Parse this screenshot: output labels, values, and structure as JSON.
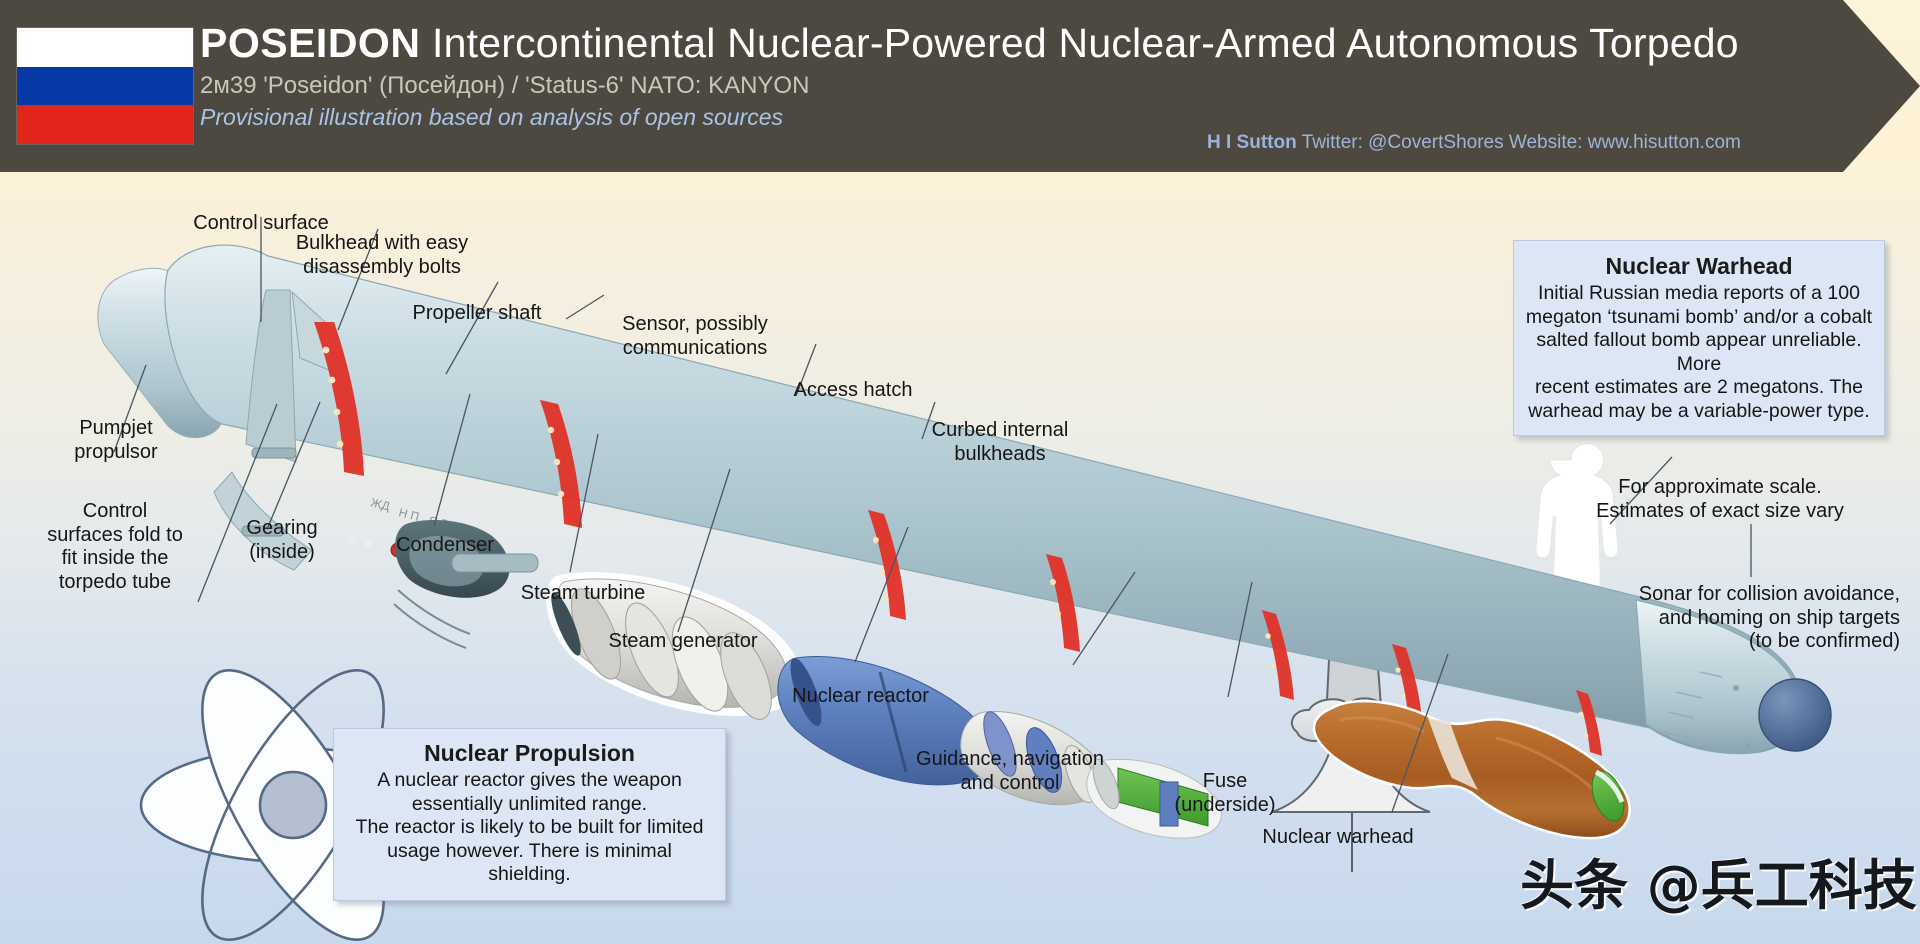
{
  "header": {
    "flag": {
      "name": "russian-flag",
      "bands": [
        "#ffffff",
        "#0739a6",
        "#e1251b"
      ]
    },
    "title_main": "POSEIDON",
    "title_rest": " Intercontinental Nuclear-Powered Nuclear-Armed Autonomous Torpedo",
    "subtitle": "2м39 'Poseidon' (Посейдон) / 'Status-6' NATO: KANYON",
    "tagline": "Provisional illustration based on analysis of open sources",
    "attribution_author": "H I Sutton",
    "attribution_rest": " Twitter: @CovertShores Website: www.hisutton.com",
    "colors": {
      "bar": "#4d4940",
      "title": "#ffffff",
      "subtitle": "#c9c6bb",
      "tagline": "#a8c4e6",
      "attribution": "#9fb4d4"
    }
  },
  "callouts": [
    {
      "id": "nuclear-warhead",
      "title": "Nuclear Warhead",
      "body": "Initial Russian media reports of a 100 megaton ‘tsunami bomb’ and/or a cobalt salted fallout bomb appear unreliable. More recent estimates are 2 megatons. The warhead may be a variable-power type."
    },
    {
      "id": "nuclear-propulsion",
      "title": "Nuclear Propulsion",
      "body": "A nuclear reactor gives the weapon essentially unlimited range.\nThe reactor is likely to be built for limited usage however. There is minimal shielding."
    }
  ],
  "labels": [
    {
      "id": "control-surface",
      "text": "Control surface"
    },
    {
      "id": "bulkhead-bolts",
      "text": "Bulkhead with easy\ndisassembly bolts"
    },
    {
      "id": "propeller-shaft",
      "text": "Propeller shaft"
    },
    {
      "id": "sensor-communications",
      "text": "Sensor, possibly\ncommunications"
    },
    {
      "id": "access-hatch",
      "text": "Access hatch"
    },
    {
      "id": "curbed-internal-bulkheads",
      "text": "Curbed internal\nbulkheads"
    },
    {
      "id": "pumpjet-propulsor",
      "text": "Pumpjet\npropulsor"
    },
    {
      "id": "control-surfaces-fold",
      "text": "Control\nsurfaces fold to\nfit inside the\ntorpedo tube"
    },
    {
      "id": "gearing-inside",
      "text": "Gearing\n(inside)"
    },
    {
      "id": "condenser",
      "text": "Condenser"
    },
    {
      "id": "steam-turbine",
      "text": "Steam turbine"
    },
    {
      "id": "steam-generator",
      "text": "Steam generator"
    },
    {
      "id": "nuclear-reactor",
      "text": "Nuclear reactor"
    },
    {
      "id": "guidance-navigation",
      "text": "Guidance, navigation\nand control"
    },
    {
      "id": "fuse-underside",
      "text": "Fuse\n(underside)"
    },
    {
      "id": "nuclear-warhead-lead",
      "text": "Nuclear warhead"
    },
    {
      "id": "approximate-scale",
      "text": "For approximate scale.\nEstimates of exact size vary"
    },
    {
      "id": "sonar-collision",
      "text": "Sonar for collision avoidance,\nand homing on ship targets\n(to be confirmed)"
    }
  ],
  "label_text": {
    "control_surface": "Control surface",
    "bulkhead_bolts_1": "Bulkhead with easy",
    "bulkhead_bolts_2": "disassembly bolts",
    "propeller_shaft": "Propeller shaft",
    "sensor_1": "Sensor, possibly",
    "sensor_2": "communications",
    "access_hatch": "Access hatch",
    "curbed_1": "Curbed internal",
    "curbed_2": "bulkheads",
    "pumpjet_1": "Pumpjet",
    "pumpjet_2": "propulsor",
    "fold_1": "Control",
    "fold_2": "surfaces fold to",
    "fold_3": "fit inside the",
    "fold_4": "torpedo tube",
    "gearing_1": "Gearing",
    "gearing_2": "(inside)",
    "condenser": "Condenser",
    "steam_turbine": "Steam turbine",
    "steam_generator": "Steam generator",
    "nuclear_reactor": "Nuclear reactor",
    "guidance_1": "Guidance, navigation",
    "guidance_2": "and control",
    "fuse_1": "Fuse",
    "fuse_2": "(underside)",
    "nuclear_warhead": "Nuclear warhead",
    "scale_1": "For approximate scale.",
    "scale_2": "Estimates of exact size vary",
    "sonar_1": "Sonar for collision avoidance,",
    "sonar_2": "and homing on ship targets",
    "sonar_3": "(to be confirmed)"
  },
  "callout_text": {
    "warhead_title": "Nuclear Warhead",
    "warhead_l1": "Initial Russian media reports of a 100",
    "warhead_l2": "megaton ‘tsunami bomb’ and/or a cobalt",
    "warhead_l3": "salted fallout bomb appear unreliable. More",
    "warhead_l4": "recent estimates are 2 megatons. The",
    "warhead_l5": "warhead may be a variable-power type.",
    "propulsion_title": "Nuclear Propulsion",
    "propulsion_l1": "A nuclear reactor gives the weapon",
    "propulsion_l2": "essentially unlimited range.",
    "propulsion_l3": "The reactor is likely to be built for limited",
    "propulsion_l4": "usage however. There is minimal shielding."
  },
  "watermark": {
    "text": "头条 @兵工科技"
  },
  "icons": {
    "mushroom_cloud": "mushroom-cloud-icon",
    "atom": "atom-icon",
    "human_figure": "human-silhouette-icon"
  },
  "artwork_colors": {
    "hull_light": "#cfe0e6",
    "hull_mid": "#a8c3cc",
    "hull_shadow": "#7d9aa4",
    "band_red": "#e03127",
    "warhead_copper": "#b5672a",
    "reactor_blue": "#5b7fc0",
    "guidance_green": "#56b33e",
    "sonar_dome": "#4f6c96",
    "pumpjet_orange": "#d4581c",
    "machinery_grey": "#dcdcd8",
    "cutaway_dark": "#4d646c"
  }
}
